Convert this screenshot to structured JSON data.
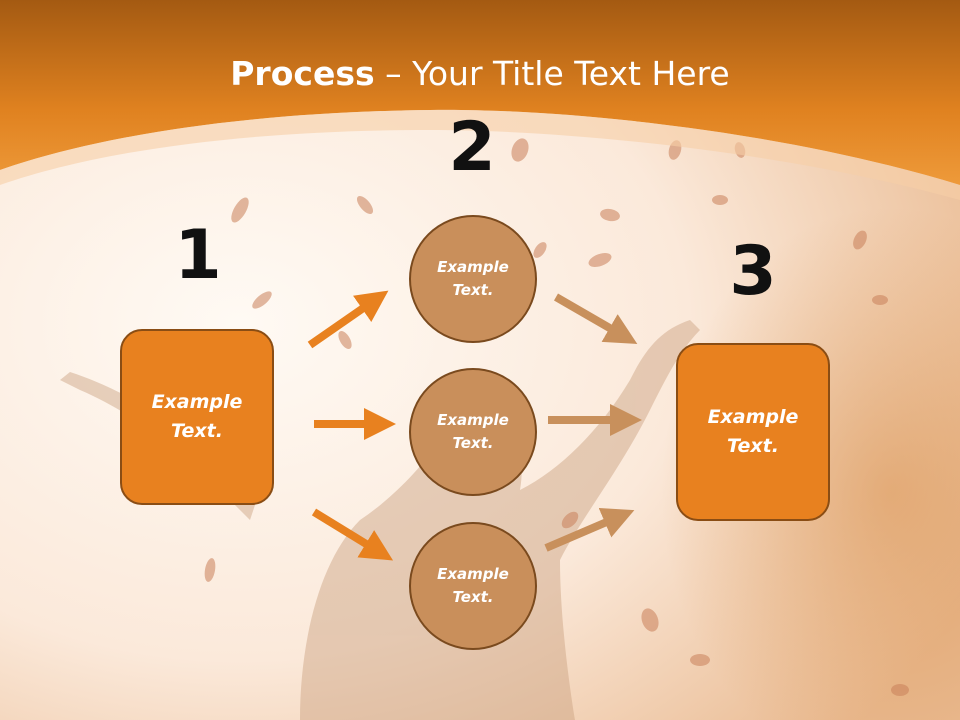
{
  "title": {
    "bold": "Process",
    "rest": " – Your Title Text Here"
  },
  "numbers": [
    "1",
    "2",
    "3"
  ],
  "left_box": {
    "text": "Example Text."
  },
  "right_box": {
    "text": "Example Text."
  },
  "circles": [
    {
      "text": "Example Text."
    },
    {
      "text": "Example Text."
    },
    {
      "text": "Example Text."
    }
  ],
  "colors": {
    "header": "#e8811f",
    "box_fill": "#e8811f",
    "circle_fill": "#c98f5b",
    "arrow_left": "#e8811f",
    "arrow_right": "#c8905c"
  }
}
